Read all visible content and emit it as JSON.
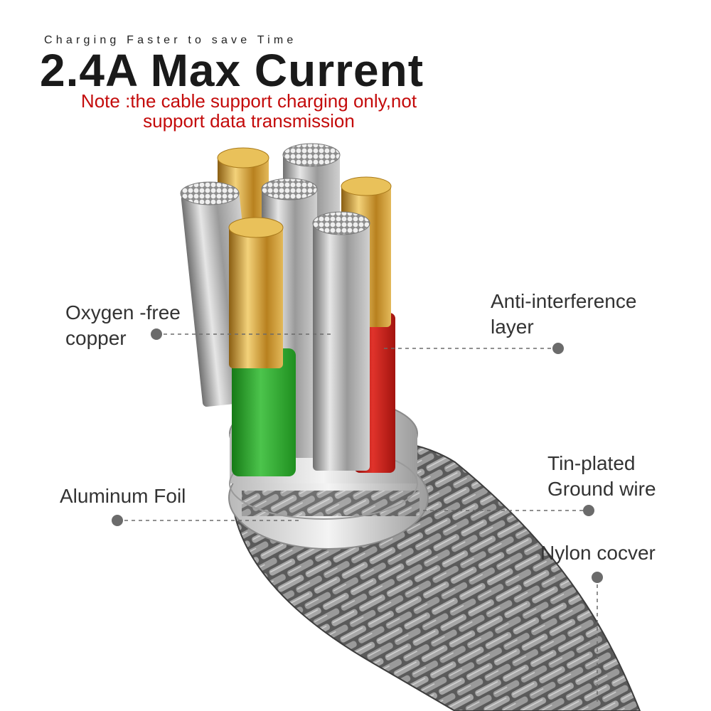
{
  "header": {
    "tagline": "Charging Faster to save Time",
    "title": "2.4A Max Current",
    "note_line1": "Note :the cable support charging only,not",
    "note_line2": "support data transmission"
  },
  "labels": {
    "oxygen_line1": "Oxygen -free",
    "oxygen_line2": "copper",
    "anti_line1": "Anti-interference",
    "anti_line2": "layer",
    "aluminum": "Aluminum Foil",
    "tin_line1": "Tin-plated",
    "tin_line2": "Ground wire",
    "nylon": "Nylon cocver"
  },
  "colors": {
    "note_red": "#c40b0b",
    "wire_green": "#2ea82e",
    "wire_red": "#c81a16",
    "copper_gold": "#d9a93a",
    "leader_dot": "#6b6b6b"
  }
}
